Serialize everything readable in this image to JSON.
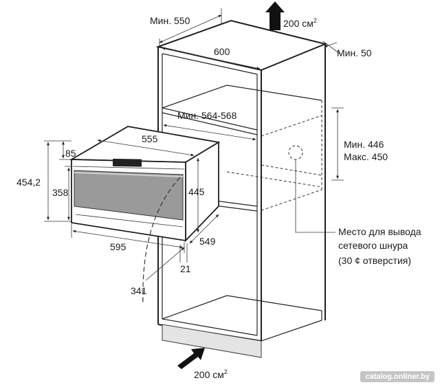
{
  "dimensions": {
    "cabinet_depth_min": "Мин. 550",
    "top_air": "200 см",
    "top_air_sup": "2",
    "cabinet_width": "600",
    "rear_gap_min": "Мин. 50",
    "niche_width": "Мин. 564-568",
    "niche_height_min": "Мин. 446",
    "niche_height_max": "Макс. 450",
    "oven_width": "555",
    "oven_top_offset": "85",
    "oven_total_height": "454,2",
    "oven_inner_height": "358",
    "oven_body_height": "445",
    "oven_front_width": "595",
    "oven_depth": "549",
    "front_thickness": "21",
    "door_swing": "341",
    "bottom_air": "200 см",
    "bottom_air_sup": "2"
  },
  "cable_note": {
    "line1": "Место для вывода",
    "line2": "сетевого шнура",
    "line3": "(30 ¢ отверстия)"
  },
  "watermark": "catalog.onliner.by"
}
